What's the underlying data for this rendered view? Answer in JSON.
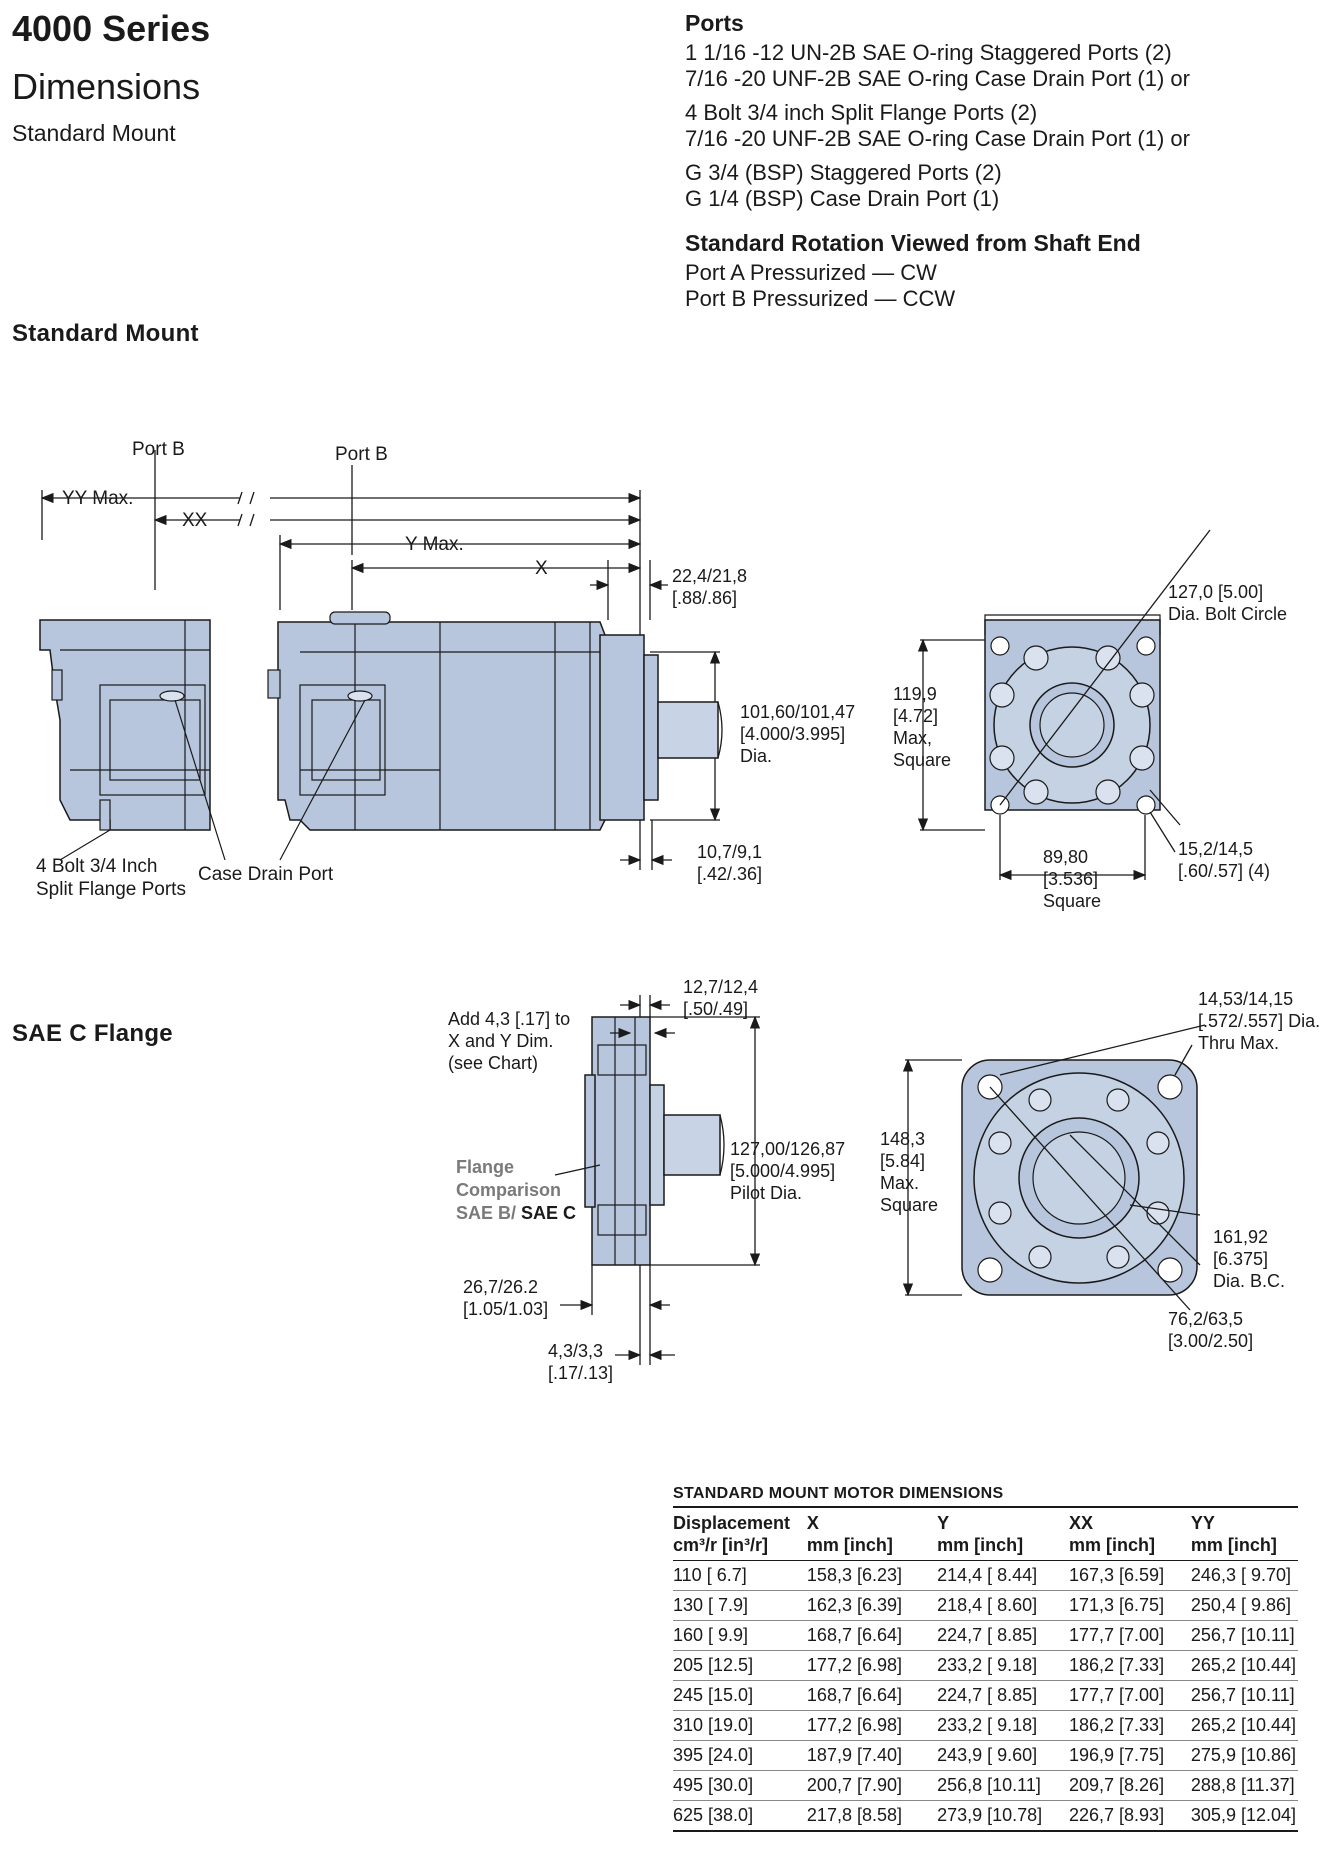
{
  "header": {
    "series": "4000 Series",
    "title": "Dimensions",
    "subtitle": "Standard Mount"
  },
  "ports": {
    "heading": "Ports",
    "lines": [
      "1 1/16 -12 UN-2B SAE O-ring Staggered Ports (2)",
      "7/16 -20 UNF-2B SAE O-ring Case Drain Port (1) or",
      "4 Bolt 3/4 inch Split Flange Ports (2)",
      "7/16 -20 UNF-2B SAE O-ring Case Drain Port (1) or",
      "G 3/4 (BSP) Staggered Ports (2)",
      "G 1/4 (BSP)  Case Drain Port (1)"
    ]
  },
  "rotation": {
    "heading": "Standard Rotation Viewed from Shaft End",
    "lines": [
      "Port A Pressurized — CW",
      "Port B Pressurized — CCW"
    ]
  },
  "sections": {
    "standard_mount": "Standard Mount",
    "sae_c": "SAE C Flange"
  },
  "diagram1": {
    "port_b_left": "Port B",
    "port_b_right": "Port B",
    "yy_max": "YY Max.",
    "xx": "XX",
    "y_max": "Y Max.",
    "x": "X",
    "dim_shaft_flange": [
      "22,4/21,8",
      "[.88/.86]"
    ],
    "dim_pilot": [
      "101,60/101,47",
      "[4.000/3.995]",
      "Dia."
    ],
    "dim_flange_thk": [
      "10,7/9,1",
      "[.42/.36]"
    ],
    "split_flange": [
      "4 Bolt 3/4 Inch",
      "Split Flange Ports"
    ],
    "case_drain": "Case Drain Port",
    "bolt_circle": [
      "127,0 [5.00]",
      "Dia. Bolt Circle"
    ],
    "square_max": [
      "119,9",
      "[4.72]",
      "Max,",
      "Square"
    ],
    "square_8980": [
      "89,80",
      "[3.536]",
      "Square"
    ],
    "hole": [
      "15,2/14,5",
      "[.60/.57] (4)"
    ]
  },
  "diagram2": {
    "dim_top": [
      "12,7/12,4",
      "[.50/.49]"
    ],
    "add_note": [
      "Add 4,3 [.17] to",
      "X and Y Dim.",
      "(see Chart)"
    ],
    "pilot": [
      "127,00/126,87",
      "[5.000/4.995]",
      "Pilot Dia."
    ],
    "flange_cmp": [
      "Flange",
      "Comparison",
      "SAE B/"
    ],
    "flange_cmp_c": "SAE C",
    "dim_2672": [
      "26,7/26.2",
      "[1.05/1.03]"
    ],
    "dim_4333": [
      "4,3/3,3",
      "[.17/.13]"
    ],
    "thru": [
      "14,53/14,15",
      "[.572/.557] Dia.",
      "Thru Max."
    ],
    "square_1483": [
      "148,3",
      "[5.84]",
      "Max.",
      "Square"
    ],
    "bc_1619": [
      "161,92",
      "[6.375]",
      "Dia. B.C."
    ],
    "dim_762": [
      "76,2/63,5",
      "[3.00/2.50]"
    ]
  },
  "table": {
    "caption": "STANDARD MOUNT MOTOR DIMENSIONS",
    "headers": [
      [
        "Displacement",
        "cm³/r [in³/r]"
      ],
      [
        "X",
        "mm [inch]"
      ],
      [
        "Y",
        "mm [inch]"
      ],
      [
        "XX",
        "mm [inch]"
      ],
      [
        "YY",
        "mm [inch]"
      ]
    ],
    "rows": [
      [
        "110  [ 6.7]",
        "158,3  [6.23]",
        "214,4 [ 8.44]",
        "167,3 [6.59]",
        "246,3 [ 9.70]"
      ],
      [
        "130  [ 7.9]",
        "162,3  [6.39]",
        "218,4 [ 8.60]",
        "171,3 [6.75]",
        "250,4 [ 9.86]"
      ],
      [
        "160  [ 9.9]",
        "168,7  [6.64]",
        "224,7 [ 8.85]",
        "177,7 [7.00]",
        "256,7 [10.11]"
      ],
      [
        "205  [12.5]",
        "177,2 [6.98]",
        "233,2 [ 9.18]",
        "186,2 [7.33]",
        "265,2 [10.44]"
      ],
      [
        "245  [15.0]",
        "168,7 [6.64]",
        "224,7 [ 8.85]",
        "177,7 [7.00]",
        "256,7 [10.11]"
      ],
      [
        "310 [19.0]",
        "177,2 [6.98]",
        "233,2 [ 9.18]",
        "186,2 [7.33]",
        "265,2 [10.44]"
      ],
      [
        "395 [24.0]",
        "187,9 [7.40]",
        "243,9 [ 9.60]",
        "196,9 [7.75]",
        "275,9 [10.86]"
      ],
      [
        "495 [30.0]",
        "200,7 [7.90]",
        "256,8 [10.11]",
        "209,7 [8.26]",
        "288,8 [11.37]"
      ],
      [
        "625 [38.0]",
        "217,8 [8.58]",
        "273,9 [10.78]",
        "226,7 [8.93]",
        "305,9 [12.04]"
      ]
    ]
  }
}
